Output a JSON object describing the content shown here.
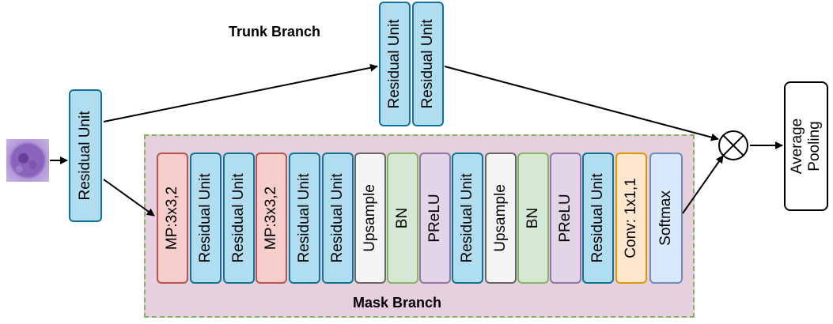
{
  "trunk_branch_title": "Trunk Branch",
  "mask_branch_title": "Mask Branch",
  "input_residual_unit": "Residual Unit",
  "trunk_units": [
    "Residual Unit",
    "Residual Unit"
  ],
  "mask_blocks": [
    {
      "label": "MP:3x3,2",
      "kind": "maxpool"
    },
    {
      "label": "Residual Unit",
      "kind": "residual"
    },
    {
      "label": "Residual Unit",
      "kind": "residual"
    },
    {
      "label": "MP:3x3,2",
      "kind": "maxpool"
    },
    {
      "label": "Residual Unit",
      "kind": "residual"
    },
    {
      "label": "Residual Unit",
      "kind": "residual"
    },
    {
      "label": "Upsample",
      "kind": "upsample"
    },
    {
      "label": "BN",
      "kind": "batchnorm"
    },
    {
      "label": "PReLU",
      "kind": "prelu"
    },
    {
      "label": "Residual Unit",
      "kind": "residual"
    },
    {
      "label": "Upsample",
      "kind": "upsample"
    },
    {
      "label": "BN",
      "kind": "batchnorm"
    },
    {
      "label": "PReLU",
      "kind": "prelu"
    },
    {
      "label": "Residual Unit",
      "kind": "residual"
    },
    {
      "label": "Conv: 1x1,1",
      "kind": "conv"
    },
    {
      "label": "Softmax",
      "kind": "softmax"
    }
  ],
  "output_pool_label": "Average\nPooling",
  "combine_symbol": "element-wise-product-icon",
  "colors": {
    "residual_fill": "#b1ddf0",
    "residual_stroke": "#10739e",
    "maxpool_fill": "#f8cecc",
    "maxpool_stroke": "#b85450",
    "upsample_fill": "#f5f5f5",
    "upsample_stroke": "#666666",
    "batchnorm_fill": "#d5e8d4",
    "batchnorm_stroke": "#82b366",
    "prelu_fill": "#e1d5e7",
    "prelu_stroke": "#9673a6",
    "conv_fill": "#ffe6cc",
    "conv_stroke": "#d79b00",
    "softmax_fill": "#dae8fc",
    "softmax_stroke": "#6c8ebf",
    "mask_region_fill": "#e6d0de",
    "mask_region_border": "#82b366"
  }
}
